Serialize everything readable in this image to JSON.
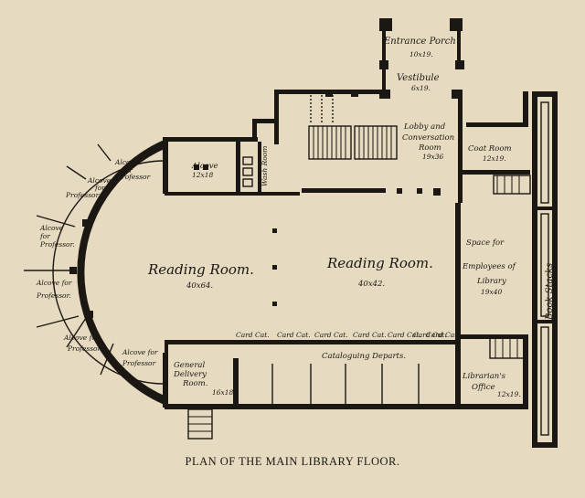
{
  "caption": "PLAN OF THE MAIN LIBRARY FLOOR.",
  "rooms": {
    "entrance_porch": {
      "name": "Entrance Porch",
      "dim": "10x19."
    },
    "vestibule": {
      "name": "Vestibule",
      "dim": "6x19."
    },
    "lobby": {
      "line1": "Lobby and",
      "line2": "Conversation",
      "line3": "Room",
      "dim": "19x36"
    },
    "coat_room": {
      "name": "Coat Room",
      "dim": "12x19."
    },
    "alcove_top": {
      "name": "Alcove",
      "dim": "12x18"
    },
    "closet": {
      "name": "Wash Room"
    },
    "reading_left": {
      "name": "Reading Room.",
      "dim": "40x64."
    },
    "reading_right": {
      "name": "Reading Room.",
      "dim": "40x42."
    },
    "employees": {
      "line1": "Space for",
      "line2": "Employees of",
      "line3": "Library",
      "dim": "19x40"
    },
    "book_stacks": {
      "name": "Book Stacks"
    },
    "alcoves": [
      {
        "line1": "Alcove",
        "line2": "for",
        "line3": "Professor"
      },
      {
        "line1": "Alcove",
        "line2": "for",
        "line3": "Professor"
      },
      {
        "line1": "Alcove",
        "line2": "for",
        "line3": "Professor."
      },
      {
        "line1": "Alcove for",
        "line2": "Professor.",
        "line3": ""
      },
      {
        "line1": "Alcove for",
        "line2": "Professor",
        "line3": ""
      },
      {
        "line1": "Alcove for",
        "line2": "Professor",
        "line3": ""
      }
    ],
    "card_cat": [
      "Card Cat.",
      "Card Cat.",
      "Card Cat.",
      "Card Cat.",
      "Card Cat.",
      "Card Cat.",
      "Card Cat."
    ],
    "cataloguing": {
      "name": "Cataloguing Departs."
    },
    "delivery": {
      "line1": "General",
      "line2": "Delivery",
      "line3": "Room.",
      "dim": "16x18"
    },
    "librarian": {
      "line1": "Librarian's",
      "line2": "Office",
      "dim": "12x19."
    }
  }
}
